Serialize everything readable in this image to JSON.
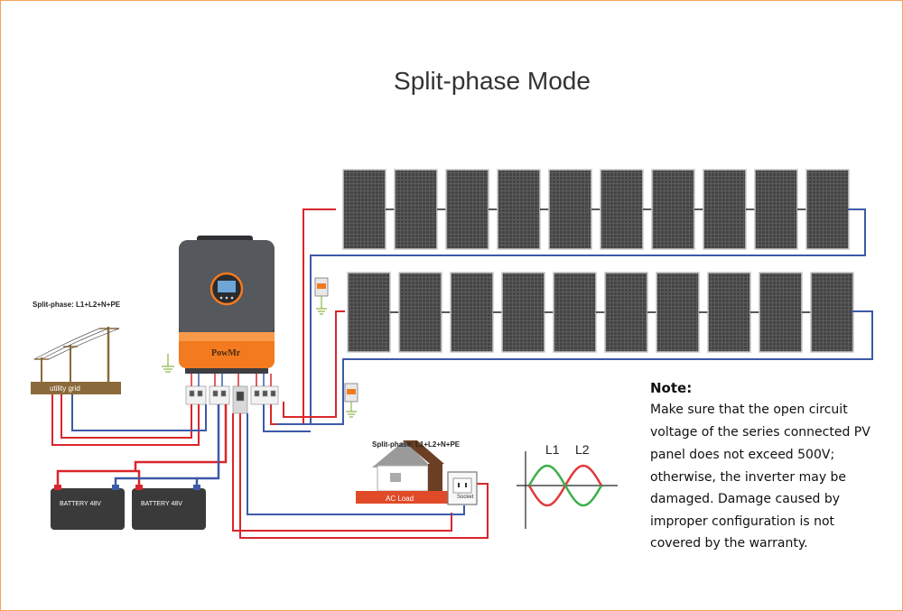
{
  "title": "Split-phase Mode",
  "grid_label": "Split-phase: L1+L2+N+PE",
  "utility_grid_label": "utility grid",
  "load_label": "Split-phase: L1+L2+N+PE",
  "ac_load_label": "AC Load",
  "socket_label": "Socket",
  "batteries": [
    "BATTERY 48V",
    "BATTERY 48V"
  ],
  "inverter_brand": "PowMr",
  "waveform": {
    "l1_label": "L1",
    "l2_label": "L2",
    "colors": {
      "l1": "#e03a3a",
      "l2": "#3cb04a"
    }
  },
  "note": {
    "title": "Note:",
    "lines": [
      "Make sure that the open circuit",
      "voltage of the series connected PV",
      "panel does not exceed 500V;",
      "otherwise, the inverter may be",
      "damaged. Damage caused by",
      "improper configuration is not",
      "covered by the warranty."
    ]
  },
  "colors": {
    "positive_wire": "#d9262c",
    "negative_wire": "#3d5aa8",
    "border": "#f3a25a",
    "inverter_accent": "#f47a1f"
  }
}
